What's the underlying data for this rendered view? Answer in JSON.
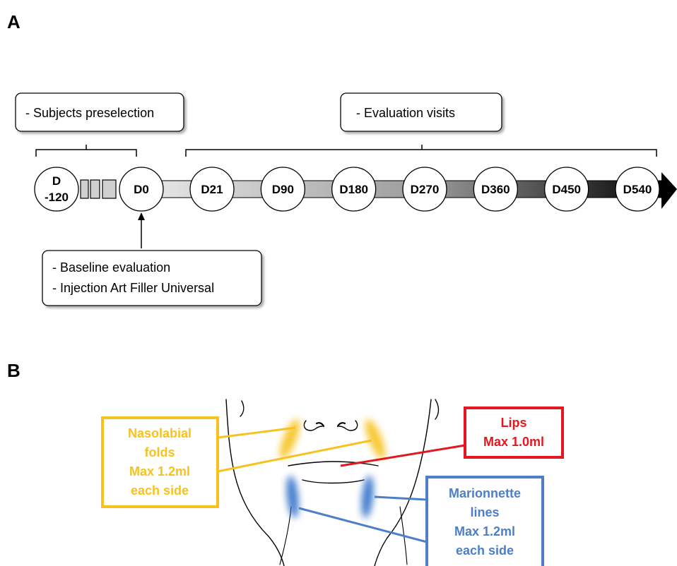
{
  "panel_a": {
    "letter": "A",
    "preselection_box": "- Subjects preselection",
    "evaluation_box": "- Evaluation visits",
    "baseline_lines": [
      "- Baseline evaluation",
      "- Injection Art Filler Universal"
    ],
    "first_day": [
      "D",
      "-120"
    ],
    "days": [
      "D0",
      "D21",
      "D90",
      "D180",
      "D270",
      "D360",
      "D450",
      "D540"
    ]
  },
  "panel_b": {
    "letter": "B",
    "nasolabial": {
      "lines": [
        "Nasolabial",
        "folds",
        "Max 1.2ml",
        "each side"
      ],
      "color": "#f7c21e"
    },
    "lips": {
      "lines": [
        "Lips",
        "Max 1.0ml"
      ],
      "color": "#e3171f"
    },
    "marionnette": {
      "lines": [
        "Marionnette",
        "lines",
        "Max 1.2ml",
        "each side"
      ],
      "color": "#4c7fc8"
    }
  }
}
